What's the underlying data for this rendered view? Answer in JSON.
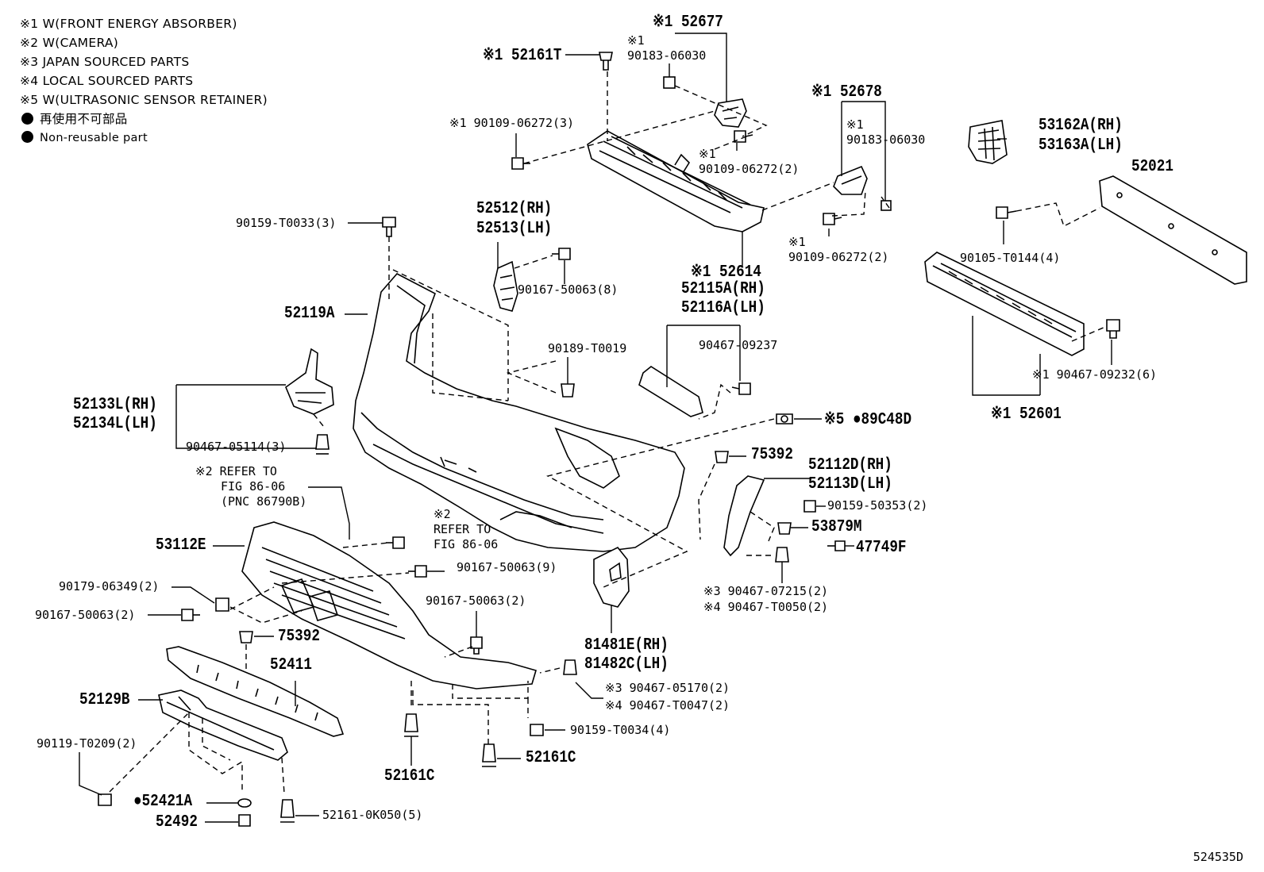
{
  "legend": {
    "note1": "※1 W(FRONT ENERGY ABSORBER)",
    "note2": "※2 W(CAMERA)",
    "note3": "※3 JAPAN SOURCED PARTS",
    "note4": "※4 LOCAL SOURCED PARTS",
    "note5": "※5 W(ULTRASONIC SENSOR RETAINER)",
    "nonreusable_jp": "再使用不可部品",
    "nonreusable_en": "Non-reusable part"
  },
  "labels": {
    "p52677": "※1 52677",
    "p52161T": "※1 52161T",
    "p90183_top": "※1\n90183-06030",
    "p90109_left": "※1 90109-06272(3)",
    "p90109_mid": "※1\n90109-06272(2)",
    "p52678": "※1 52678",
    "p90183_right": "※1\n90183-06030",
    "p90109_right": "※1\n90109-06272(2)",
    "p53162A": "53162A(RH)",
    "p53163A": "53163A(LH)",
    "p52021": "52021",
    "p90105": "90105-T0144(4)",
    "p90159_T0033": "90159-T0033(3)",
    "p52512": "52512(RH)",
    "p52513": "52513(LH)",
    "p90167_8": "90167-50063(8)",
    "p52119A": "52119A",
    "p52614": "※1 52614",
    "p52115A": "52115A(RH)",
    "p52116A": "52116A(LH)",
    "p90189": "90189-T0019",
    "p90467_09237": "90467-09237",
    "p90467_09232": "※1 90467-09232(6)",
    "p52601": "※1 52601",
    "p52133L": "52133L(RH)",
    "p52134L": "52134L(LH)",
    "p90467_05114": "90467-05114(3)",
    "p89C48D": "※5 ●89C48D",
    "p75392_r": "75392",
    "p52112D": "52112D(RH)",
    "p52113D": "52113D(LH)",
    "p90159_50353": "90159-50353(2)",
    "p53879M": "53879M",
    "p47749F": "47749F",
    "p90467_07215": "※3 90467-07215(2)",
    "p90467_T0050": "※4 90467-T0050(2)",
    "refer1_a": "※2 REFER TO",
    "refer1_b": "FIG 86-06",
    "refer1_c": "(PNC 86790B)",
    "refer2_a": "※2",
    "refer2_b": "REFER TO",
    "refer2_c": "FIG 86-06",
    "p53112E": "53112E",
    "p90167_9": "90167-50063(9)",
    "p90179": "90179-06349(2)",
    "p90167_2a": "90167-50063(2)",
    "p90167_2b": "90167-50063(2)",
    "p75392_l": "75392",
    "p52411": "52411",
    "p81481E": "81481E(RH)",
    "p81482C": "81482C(LH)",
    "p52129B": "52129B",
    "p90467_05170": "※3 90467-05170(2)",
    "p90467_T0047": "※4 90467-T0047(2)",
    "p90119": "90119-T0209(2)",
    "p90159_T0034": "90159-T0034(4)",
    "p52161C_a": "52161C",
    "p52161C_b": "52161C",
    "p52421A": "●52421A",
    "p52492": "52492",
    "p52161_0K050": "52161-0K050(5)"
  },
  "diagram_code": "524535D"
}
